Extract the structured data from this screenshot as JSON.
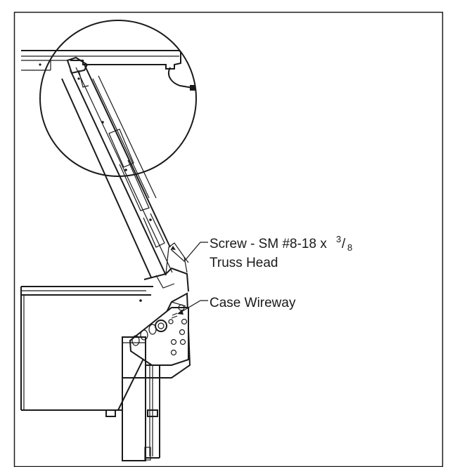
{
  "callouts": {
    "screw_line1_prefix": "Screw - SM #8-18 x ",
    "screw_frac_num": "3",
    "screw_frac_sep": "/",
    "screw_frac_den": "8",
    "screw_line2": "Truss Head",
    "wireway": "Case Wireway"
  }
}
